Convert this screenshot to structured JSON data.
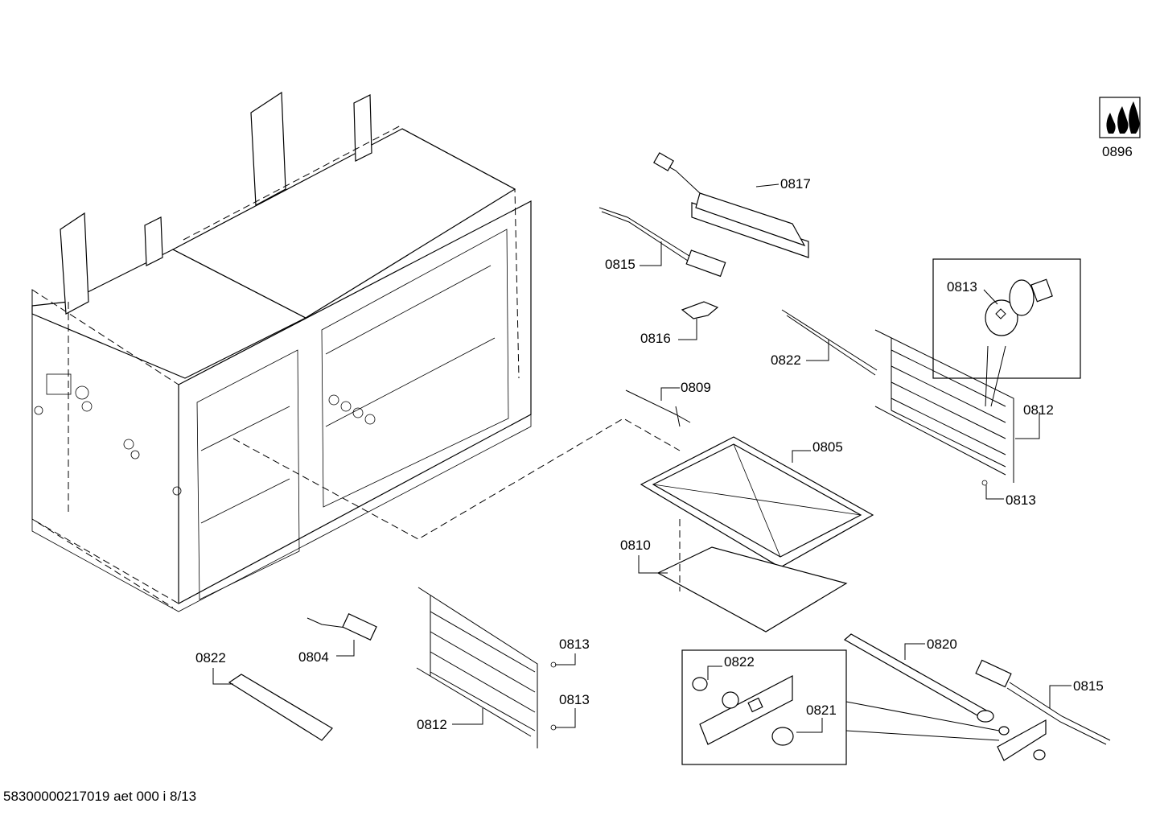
{
  "footer_text": "58300000217019 aet 000 i 8/13",
  "labels": {
    "p0896": "0896",
    "p0817": "0817",
    "p0815a": "0815",
    "p0813a": "0813",
    "p0816": "0816",
    "p0822a": "0822",
    "p0812a": "0812",
    "p0809": "0809",
    "p0805": "0805",
    "p0813b": "0813",
    "p0810": "0810",
    "p0813c": "0813",
    "p0822b": "0822",
    "p0804": "0804",
    "p0813d": "0813",
    "p0812b": "0812",
    "p0820": "0820",
    "p0822c": "0822",
    "p0815b": "0815",
    "p0821": "0821"
  }
}
